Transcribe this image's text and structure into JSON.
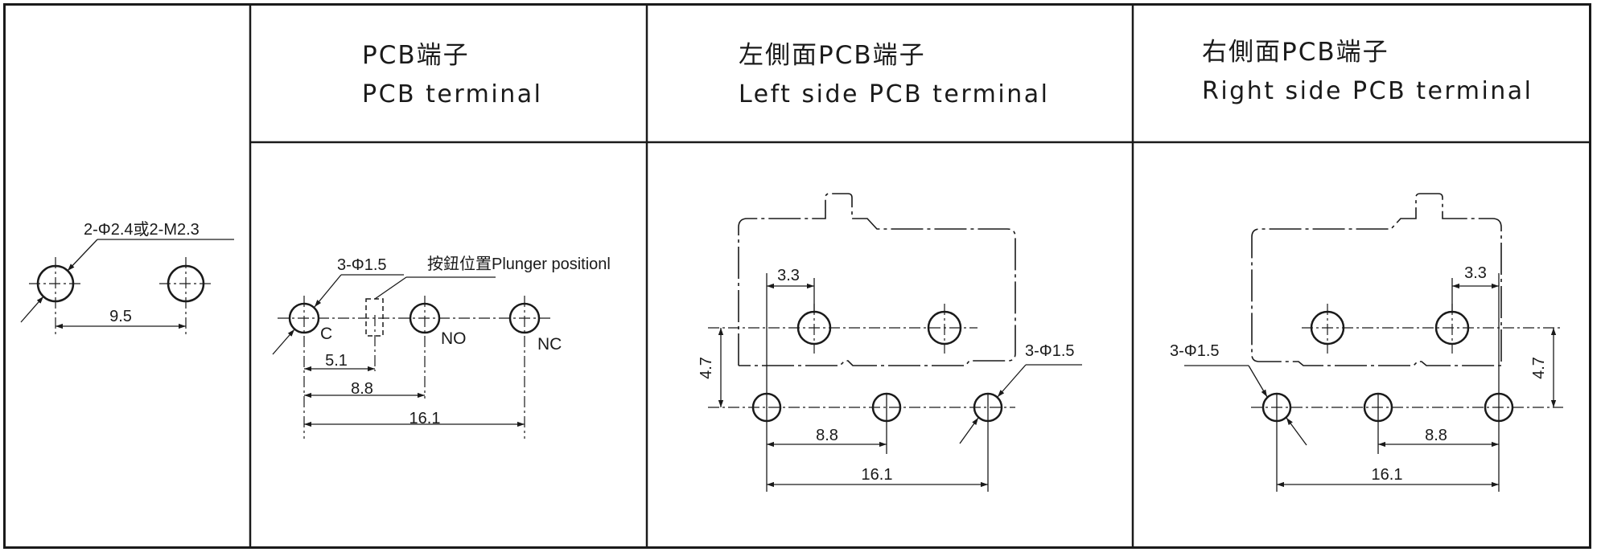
{
  "headers": [
    {
      "zh": "PCB端子",
      "en": "PCB terminal"
    },
    {
      "zh": "左側面PCB端子",
      "en": "Left side PCB terminal"
    },
    {
      "zh": "右側面PCB端子",
      "en": "Right side PCB terminal"
    }
  ],
  "mounting": {
    "hole_spec": "2-Φ2.4或2-M2.3",
    "pitch": "9.5"
  },
  "pcb_terminal": {
    "holes_spec": "3-Φ1.5",
    "plunger_note": "按鈕位置Plunger positionl",
    "pin_c": "C",
    "pin_no": "NO",
    "pin_nc": "NC",
    "dim_plunger": "5.1",
    "dim_no": "8.8",
    "dim_nc": "16.1"
  },
  "left_side": {
    "offset": "3.3",
    "height": "4.7",
    "holes_spec": "3-Φ1.5",
    "dim_mid": "8.8",
    "dim_total": "16.1"
  },
  "right_side": {
    "offset": "3.3",
    "height": "4.7",
    "holes_spec": "3-Φ1.5",
    "dim_mid": "8.8",
    "dim_total": "16.1"
  }
}
